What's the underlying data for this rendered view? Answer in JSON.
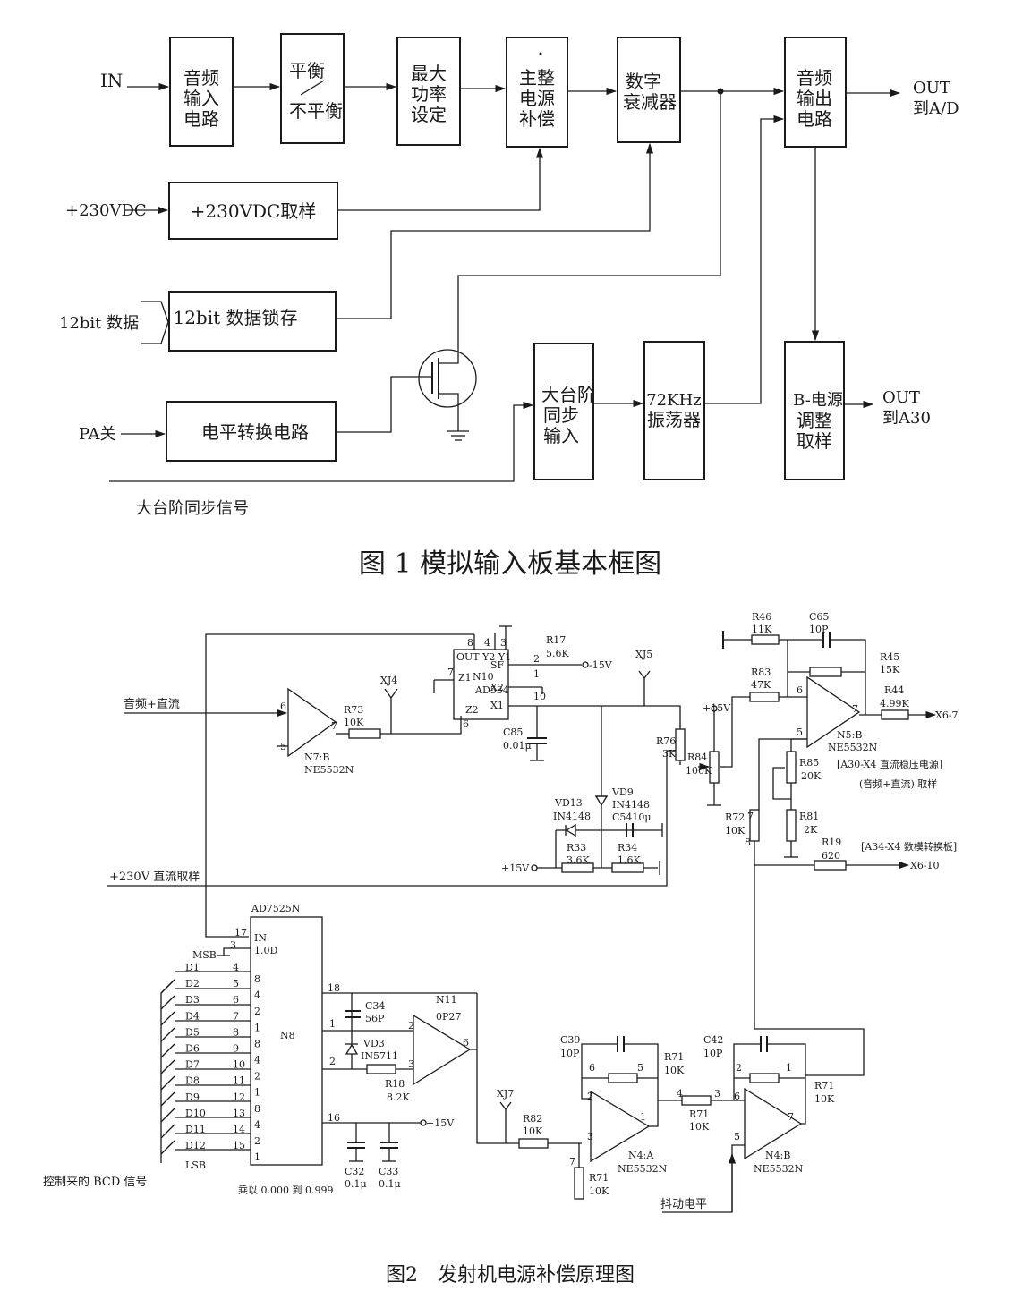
{
  "figure1": {
    "input_in": "IN",
    "input_230": "+230VDC",
    "input_12bit": "12bit 数据",
    "input_pa": "PA关",
    "input_sync": "大台阶同步信号",
    "blocks": {
      "audio_in": [
        "音频",
        "输入",
        "电路"
      ],
      "balance_top": "平衡",
      "balance_bottom": "不平衡",
      "max_power": [
        "最大",
        "功率",
        "设定"
      ],
      "psu_comp": [
        "主整",
        "电源",
        "补偿"
      ],
      "digital_att": [
        "数字",
        "衰减器"
      ],
      "audio_out": [
        "音频",
        "输出",
        "电路"
      ],
      "sample_230": "+230VDC取样",
      "latch_12bit": "12bit 数据锁存",
      "level_shift": "电平转换电路",
      "sync_in": [
        "大台阶",
        "同步",
        "输入"
      ],
      "osc_72k": [
        "72KHz",
        "振荡器"
      ],
      "b_psu": [
        "B-电源",
        "调整",
        "取样"
      ]
    },
    "out_ad": [
      "OUT",
      "到A/D"
    ],
    "out_a30": [
      "OUT",
      "到A30"
    ],
    "caption": "图 1 模拟输入板基本框图"
  },
  "figure2": {
    "caption": "图2　发射机电源补偿原理图",
    "in_audio_dc": "音频+直流",
    "in_230": "+230V 直流取样",
    "bcd_label": "控制来的 BCD 信号",
    "dither": "抖动电平",
    "multiply": "乘以 0.000 到 0.999",
    "note_a30": "[A30-X4 直流稳压电源]",
    "note_a30b": "(音频+直流) 取样",
    "note_a34": "[A34-X4 数模转换板]",
    "out_x67": "X6-7",
    "out_x610": "X6-10",
    "neg15": "-15V",
    "pos15a": "+15V",
    "pos15b": "+15V",
    "pos15c": "+15V",
    "dac_name": "AD7525N",
    "dac_ref": "N8",
    "dac_pins_left": [
      "IN",
      "1.0D"
    ],
    "msb": "MSB",
    "lsb": "LSB",
    "d_lines": [
      "D1",
      "D2",
      "D3",
      "D4",
      "D5",
      "D6",
      "D7",
      "D8",
      "D9",
      "D10",
      "D11",
      "D12"
    ],
    "d_pins": [
      "4",
      "5",
      "6",
      "7",
      "8",
      "9",
      "10",
      "11",
      "12",
      "13",
      "14",
      "15"
    ],
    "d_weights": [
      "8",
      "4",
      "2",
      "1",
      "8",
      "4",
      "2",
      "1",
      "8",
      "4",
      "2",
      "1"
    ],
    "mult": {
      "ref": "N10",
      "name": "AD534",
      "pins_top": "OUT Y2 Y1",
      "z1": "Z1",
      "z2": "Z2",
      "x2": "X2",
      "x1": "X1",
      "sf": "SF"
    },
    "opamps": {
      "n7": [
        "N7:B",
        "NE5532N"
      ],
      "n5": [
        "N5:B",
        "NE5532N"
      ],
      "n11": [
        "N11",
        "0P27"
      ],
      "n4a": [
        "N4:A",
        "NE5532N"
      ],
      "n4b": [
        "N4:B",
        "NE5532N"
      ]
    },
    "parts": {
      "r73": [
        "R73",
        "10K"
      ],
      "r17": [
        "R17",
        "5.6K"
      ],
      "r46": [
        "R46",
        "11K"
      ],
      "c65": [
        "C65",
        "10P"
      ],
      "r45": [
        "R45",
        "15K"
      ],
      "r83": [
        "R83",
        "47K"
      ],
      "r44": [
        "R44",
        "4.99K"
      ],
      "r76": [
        "R76",
        "3K"
      ],
      "r84": [
        "R84",
        "100K"
      ],
      "r85": [
        "R85",
        "20K"
      ],
      "r81": [
        "R81",
        "2K"
      ],
      "r72": [
        "R72",
        "10K"
      ],
      "r19": [
        "R19",
        "620"
      ],
      "c85": [
        "C85",
        "0.01μ"
      ],
      "vd9": [
        "VD9",
        "IN4148"
      ],
      "vd13": [
        "VD13",
        "IN4148"
      ],
      "c54": [
        "C5410μ"
      ],
      "r33": [
        "R33",
        "3.6K"
      ],
      "r34": [
        "R34",
        "1.6K"
      ],
      "c34": [
        "C34",
        "56P"
      ],
      "vd3": [
        "VD3",
        "IN5711"
      ],
      "r18": [
        "R18",
        "8.2K"
      ],
      "c32": [
        "C32",
        "0.1μ"
      ],
      "c33": [
        "C33",
        "0.1μ"
      ],
      "c39": [
        "C39",
        "10P"
      ],
      "r71a": [
        "R71",
        "10K"
      ],
      "r82": [
        "R82",
        "10K"
      ],
      "r71b": [
        "R71",
        "10K"
      ],
      "r71c": [
        "R71",
        "10K"
      ],
      "c42": [
        "C42",
        "10P"
      ],
      "r71d": [
        "R71",
        "10K"
      ]
    },
    "test_points": [
      "XJ4",
      "XJ5",
      "XJ7"
    ],
    "pin_nums": [
      "6",
      "5",
      "7",
      "6",
      "7",
      "8",
      "4",
      "3",
      "2",
      "1",
      "10",
      "6",
      "5",
      "7",
      "17",
      "3",
      "18",
      "1",
      "2",
      "16",
      "2",
      "3",
      "6",
      "6",
      "5",
      "2",
      "3",
      "1",
      "4",
      "3",
      "7",
      "2",
      "1",
      "6",
      "5",
      "7",
      "8",
      "7"
    ]
  }
}
